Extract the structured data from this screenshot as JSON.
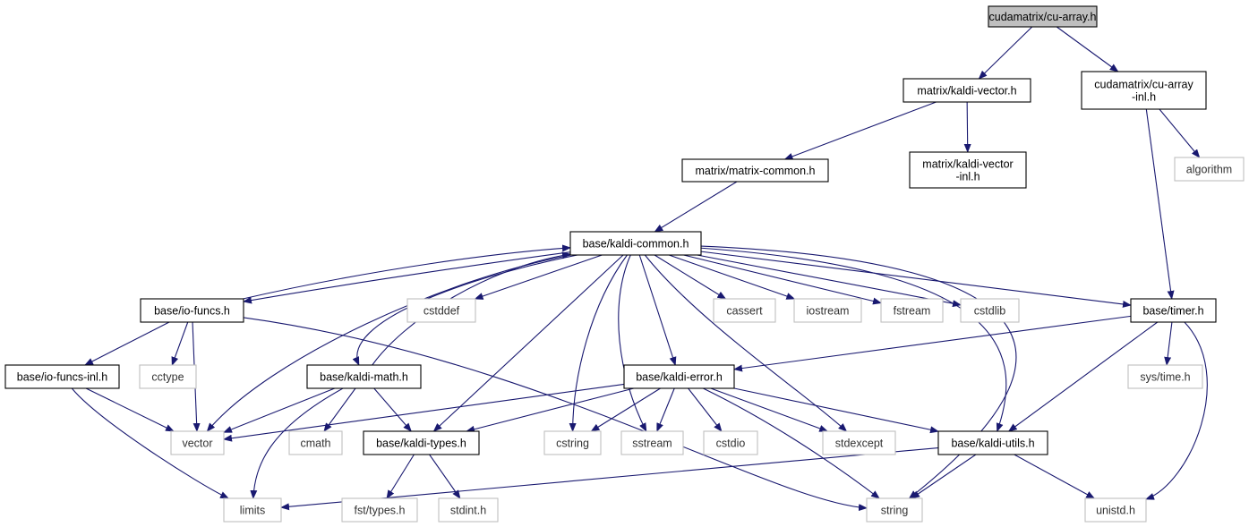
{
  "colors": {
    "edge": "#191970",
    "root_fill": "#bfbfbf",
    "internal_border": "#000000",
    "external_border": "#bfbfbf",
    "text": "#000000"
  },
  "nodes": [
    {
      "id": "cu-array",
      "lines": [
        "cudamatrix/cu-array.h"
      ],
      "kind": "root"
    },
    {
      "id": "kaldi-vector",
      "lines": [
        "matrix/kaldi-vector.h"
      ],
      "kind": "internal"
    },
    {
      "id": "cu-array-inl",
      "lines": [
        "cudamatrix/cu-array",
        "-inl.h"
      ],
      "kind": "internal"
    },
    {
      "id": "matrix-common",
      "lines": [
        "matrix/matrix-common.h"
      ],
      "kind": "internal"
    },
    {
      "id": "kaldi-vector-inl",
      "lines": [
        "matrix/kaldi-vector",
        "-inl.h"
      ],
      "kind": "internal"
    },
    {
      "id": "algorithm",
      "lines": [
        "algorithm"
      ],
      "kind": "external"
    },
    {
      "id": "kaldi-common",
      "lines": [
        "base/kaldi-common.h"
      ],
      "kind": "internal"
    },
    {
      "id": "io-funcs",
      "lines": [
        "base/io-funcs.h"
      ],
      "kind": "internal"
    },
    {
      "id": "cstddef",
      "lines": [
        "cstddef"
      ],
      "kind": "external"
    },
    {
      "id": "cassert",
      "lines": [
        "cassert"
      ],
      "kind": "external"
    },
    {
      "id": "iostream",
      "lines": [
        "iostream"
      ],
      "kind": "external"
    },
    {
      "id": "fstream",
      "lines": [
        "fstream"
      ],
      "kind": "external"
    },
    {
      "id": "cstdlib",
      "lines": [
        "cstdlib"
      ],
      "kind": "external"
    },
    {
      "id": "timer",
      "lines": [
        "base/timer.h"
      ],
      "kind": "internal"
    },
    {
      "id": "io-funcs-inl",
      "lines": [
        "base/io-funcs-inl.h"
      ],
      "kind": "internal"
    },
    {
      "id": "cctype",
      "lines": [
        "cctype"
      ],
      "kind": "external"
    },
    {
      "id": "kaldi-math",
      "lines": [
        "base/kaldi-math.h"
      ],
      "kind": "internal"
    },
    {
      "id": "kaldi-error",
      "lines": [
        "base/kaldi-error.h"
      ],
      "kind": "internal"
    },
    {
      "id": "systime",
      "lines": [
        "sys/time.h"
      ],
      "kind": "external"
    },
    {
      "id": "vector",
      "lines": [
        "vector"
      ],
      "kind": "external"
    },
    {
      "id": "cmath",
      "lines": [
        "cmath"
      ],
      "kind": "external"
    },
    {
      "id": "kaldi-types",
      "lines": [
        "base/kaldi-types.h"
      ],
      "kind": "internal"
    },
    {
      "id": "cstring",
      "lines": [
        "cstring"
      ],
      "kind": "external"
    },
    {
      "id": "sstream",
      "lines": [
        "sstream"
      ],
      "kind": "external"
    },
    {
      "id": "cstdio",
      "lines": [
        "cstdio"
      ],
      "kind": "external"
    },
    {
      "id": "stdexcept",
      "lines": [
        "stdexcept"
      ],
      "kind": "external"
    },
    {
      "id": "kaldi-utils",
      "lines": [
        "base/kaldi-utils.h"
      ],
      "kind": "internal"
    },
    {
      "id": "limits",
      "lines": [
        "limits"
      ],
      "kind": "external"
    },
    {
      "id": "fst-types",
      "lines": [
        "fst/types.h"
      ],
      "kind": "external"
    },
    {
      "id": "stdint",
      "lines": [
        "stdint.h"
      ],
      "kind": "external"
    },
    {
      "id": "string",
      "lines": [
        "string"
      ],
      "kind": "external"
    },
    {
      "id": "unistd",
      "lines": [
        "unistd.h"
      ],
      "kind": "external"
    }
  ],
  "edges": [
    [
      "cu-array",
      "kaldi-vector"
    ],
    [
      "cu-array",
      "cu-array-inl"
    ],
    [
      "kaldi-vector",
      "matrix-common"
    ],
    [
      "kaldi-vector",
      "kaldi-vector-inl"
    ],
    [
      "cu-array-inl",
      "algorithm"
    ],
    [
      "cu-array-inl",
      "timer"
    ],
    [
      "matrix-common",
      "kaldi-common"
    ],
    [
      "kaldi-common",
      "io-funcs"
    ],
    [
      "kaldi-common",
      "cstddef"
    ],
    [
      "kaldi-common",
      "cassert"
    ],
    [
      "kaldi-common",
      "iostream"
    ],
    [
      "kaldi-common",
      "fstream"
    ],
    [
      "kaldi-common",
      "cstdlib"
    ],
    [
      "kaldi-common",
      "timer"
    ],
    [
      "kaldi-common",
      "kaldi-math"
    ],
    [
      "kaldi-common",
      "kaldi-error"
    ],
    [
      "kaldi-common",
      "vector"
    ],
    [
      "kaldi-common",
      "kaldi-types"
    ],
    [
      "kaldi-common",
      "cstring"
    ],
    [
      "kaldi-common",
      "sstream"
    ],
    [
      "kaldi-common",
      "stdexcept"
    ],
    [
      "kaldi-common",
      "kaldi-utils"
    ],
    [
      "kaldi-common",
      "string"
    ],
    [
      "io-funcs",
      "kaldi-common"
    ],
    [
      "io-funcs",
      "io-funcs-inl"
    ],
    [
      "io-funcs",
      "cctype"
    ],
    [
      "io-funcs",
      "vector"
    ],
    [
      "io-funcs",
      "string"
    ],
    [
      "kaldi-math",
      "kaldi-common"
    ],
    [
      "kaldi-math",
      "vector"
    ],
    [
      "kaldi-math",
      "cmath"
    ],
    [
      "kaldi-math",
      "kaldi-types"
    ],
    [
      "kaldi-math",
      "limits"
    ],
    [
      "io-funcs-inl",
      "vector"
    ],
    [
      "io-funcs-inl",
      "limits"
    ],
    [
      "timer",
      "kaldi-error"
    ],
    [
      "timer",
      "systime"
    ],
    [
      "timer",
      "kaldi-utils"
    ],
    [
      "timer",
      "unistd"
    ],
    [
      "kaldi-error",
      "vector"
    ],
    [
      "kaldi-error",
      "kaldi-types"
    ],
    [
      "kaldi-error",
      "cstring"
    ],
    [
      "kaldi-error",
      "sstream"
    ],
    [
      "kaldi-error",
      "cstdio"
    ],
    [
      "kaldi-error",
      "stdexcept"
    ],
    [
      "kaldi-error",
      "kaldi-utils"
    ],
    [
      "kaldi-error",
      "string"
    ],
    [
      "kaldi-types",
      "fst-types"
    ],
    [
      "kaldi-types",
      "stdint"
    ],
    [
      "kaldi-utils",
      "limits"
    ],
    [
      "kaldi-utils",
      "string"
    ],
    [
      "kaldi-utils",
      "unistd"
    ]
  ]
}
